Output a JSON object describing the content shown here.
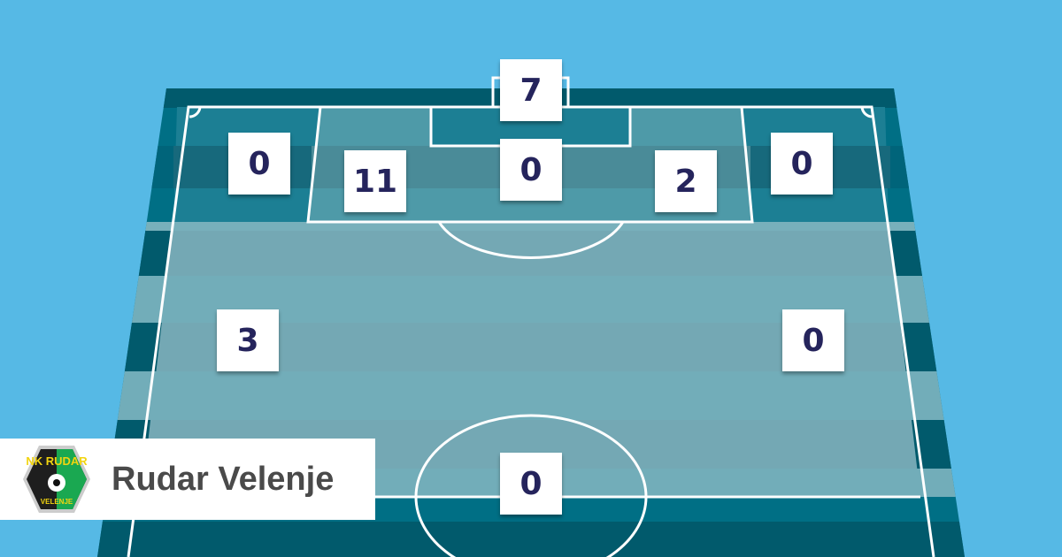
{
  "team": {
    "name": "Rudar Velenje",
    "logo_text_top": "NK RUDAR",
    "logo_text_bottom": "VELENJE"
  },
  "zones": [
    {
      "id": "goal",
      "value": "7"
    },
    {
      "id": "six-yard-box",
      "value": "0"
    },
    {
      "id": "penalty-area-left",
      "value": "11"
    },
    {
      "id": "penalty-area-right",
      "value": "2"
    },
    {
      "id": "box-wing-left",
      "value": "0"
    },
    {
      "id": "box-wing-right",
      "value": "0"
    },
    {
      "id": "flank-left",
      "value": "3"
    },
    {
      "id": "flank-right",
      "value": "0"
    },
    {
      "id": "center-long-range",
      "value": "0"
    }
  ],
  "colors": {
    "background": "#56b9e5",
    "number": "#25245c"
  }
}
